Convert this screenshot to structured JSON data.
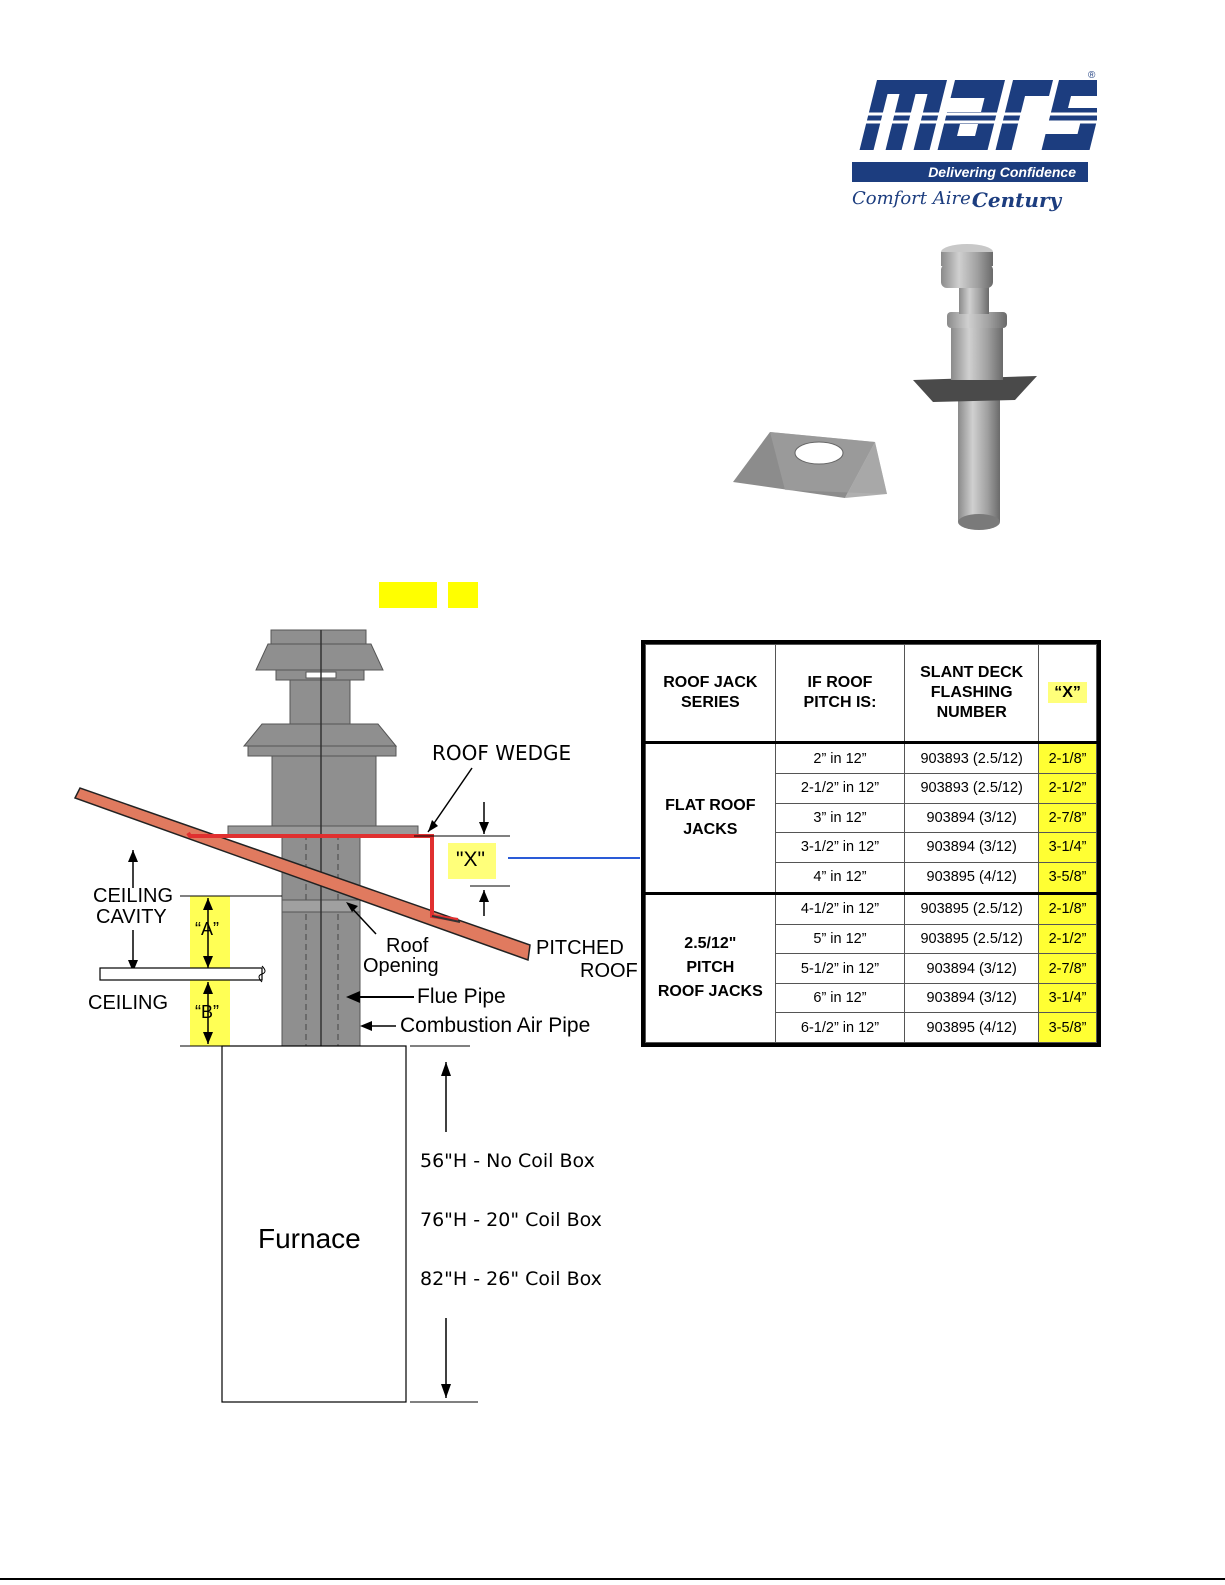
{
  "logo": {
    "wordmark": "mars",
    "tagline": "Delivering Confidence",
    "brand_1": "Comfort Aire.",
    "brand_2": "Century",
    "brand_color": "#1c3d7f"
  },
  "diagram": {
    "roof_wedge_label": "ROOF WEDGE",
    "x_label": "\"X\"",
    "ceiling_cavity_label": "CEILING\nCAVITY",
    "ceiling_cavity_line1": "CEILING",
    "ceiling_cavity_line2": "CAVITY",
    "a_label": "“A”",
    "b_label": "“B”",
    "ceiling_label": "CEILING",
    "roof_opening_line1": "Roof",
    "roof_opening_line2": "Opening",
    "pitched_roof_line1": "PITCHED",
    "pitched_roof_line2": "ROOF",
    "flue_pipe_label": "Flue Pipe",
    "combustion_air_label": "Combustion Air Pipe",
    "furnace_label": "Furnace",
    "heights": [
      "56\"H - No Coil Box",
      "76\"H - 20\" Coil Box",
      "82\"H - 26\" Coil Box"
    ],
    "roof_color": "#e07a5f",
    "wedge_color": "#e03030",
    "highlight_color": "#ffff00"
  },
  "table": {
    "headers": [
      "ROOF JACK SERIES",
      "IF ROOF PITCH IS:",
      "SLANT DECK FLASHING NUMBER",
      "“X”"
    ],
    "header_lines": {
      "series": [
        "ROOF JACK",
        "SERIES"
      ],
      "pitch": [
        "IF ROOF",
        "PITCH IS:"
      ],
      "flashing": [
        "SLANT DECK",
        "FLASHING",
        "NUMBER"
      ],
      "x": "“X”"
    },
    "groups": [
      {
        "name_lines": [
          "FLAT ROOF",
          "JACKS"
        ],
        "rows": [
          {
            "pitch": "2” in 12”",
            "flashing": "903893 (2.5/12)",
            "x": "2-1/8”"
          },
          {
            "pitch": "2-1/2” in 12”",
            "flashing": "903893 (2.5/12)",
            "x": "2-1/2”"
          },
          {
            "pitch": "3” in 12”",
            "flashing": "903894 (3/12)",
            "x": "2-7/8”"
          },
          {
            "pitch": "3-1/2” in 12”",
            "flashing": "903894 (3/12)",
            "x": "3-1/4”"
          },
          {
            "pitch": "4” in 12”",
            "flashing": "903895 (4/12)",
            "x": "3-5/8”"
          }
        ]
      },
      {
        "name_lines": [
          "2.5/12\"",
          "PITCH",
          "ROOF JACKS"
        ],
        "rows": [
          {
            "pitch": "4-1/2” in 12”",
            "flashing": "903895 (2.5/12)",
            "x": "2-1/8”"
          },
          {
            "pitch": "5” in 12”",
            "flashing": "903895 (2.5/12)",
            "x": "2-1/2”"
          },
          {
            "pitch": "5-1/2” in 12”",
            "flashing": "903894 (3/12)",
            "x": "2-7/8”"
          },
          {
            "pitch": "6” in 12”",
            "flashing": "903894 (3/12)",
            "x": "3-1/4”"
          },
          {
            "pitch": "6-1/2” in 12”",
            "flashing": "903895 (4/12)",
            "x": "3-5/8”"
          }
        ]
      }
    ]
  }
}
